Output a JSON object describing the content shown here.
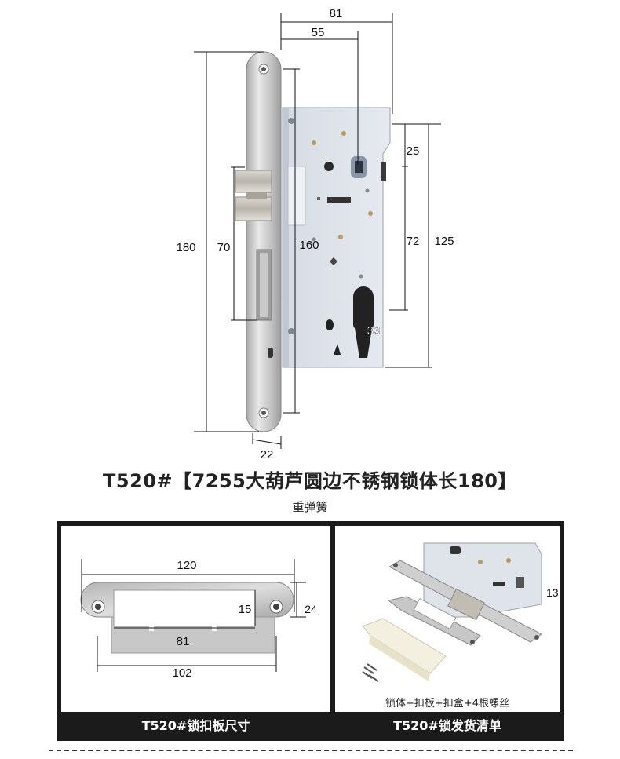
{
  "main": {
    "dims": {
      "total_width": "81",
      "body_width": "55",
      "top_offset": "25",
      "total_height": "180",
      "latch_height": "70",
      "body_height": "160",
      "center_distance": "72",
      "case_height": "125",
      "cylinder": "33",
      "faceplate_width": "22"
    },
    "title": "T520#【7255大葫芦圆边不锈钢锁体长180】",
    "subtitle": "重弹簧"
  },
  "strike_panel": {
    "dims": {
      "length": "120",
      "height": "24",
      "opening_height": "15",
      "opening_width": "81",
      "bottom_width": "102"
    },
    "caption": "T520#锁扣板尺寸"
  },
  "package_panel": {
    "side_label": "13",
    "contents": "锁体+扣板+扣盒+4根螺丝",
    "caption": "T520#锁发货清单"
  },
  "colors": {
    "caption_bg": "#1b1b1b",
    "steel": "#c9c9c9",
    "case": "#dde2ea"
  }
}
